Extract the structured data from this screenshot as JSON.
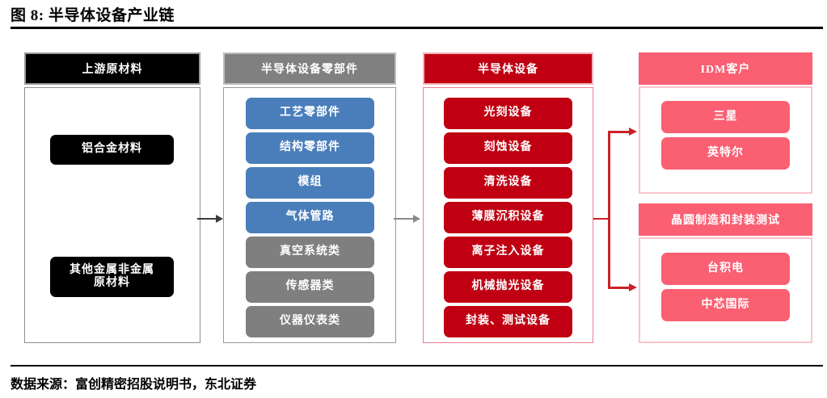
{
  "figure": {
    "title": "图 8: 半导体设备产业链",
    "source": "数据来源：富创精密招股说明书，东北证券"
  },
  "colors": {
    "black": "#000000",
    "gray": "#7F7F7F",
    "gray_header": "#808080",
    "blue": "#4A7EBB",
    "red": "#C00012",
    "pink": "#FA5F72",
    "white": "#FFFFFF"
  },
  "columns": [
    {
      "id": "upstream",
      "header": "上游原材料",
      "header_color": "#000000",
      "items": [
        {
          "label": "铝合金材料",
          "color": "#000000"
        },
        {
          "label": "其他金属非金属\n原材料",
          "color": "#000000"
        }
      ]
    },
    {
      "id": "components",
      "header": "半导体设备零部件",
      "header_color": "#808080",
      "items": [
        {
          "label": "工艺零部件",
          "color": "#4A7EBB"
        },
        {
          "label": "结构零部件",
          "color": "#4A7EBB"
        },
        {
          "label": "模组",
          "color": "#4A7EBB"
        },
        {
          "label": "气体管路",
          "color": "#4A7EBB"
        },
        {
          "label": "真空系统类",
          "color": "#7F7F7F"
        },
        {
          "label": "传感器类",
          "color": "#7F7F7F"
        },
        {
          "label": "仪器仪表类",
          "color": "#7F7F7F"
        }
      ]
    },
    {
      "id": "equipment",
      "header": "半导体设备",
      "header_color": "#C00012",
      "items": [
        {
          "label": "光刻设备",
          "color": "#C00012"
        },
        {
          "label": "刻蚀设备",
          "color": "#C00012"
        },
        {
          "label": "清洗设备",
          "color": "#C00012"
        },
        {
          "label": "薄膜沉积设备",
          "color": "#C00012"
        },
        {
          "label": "离子注入设备",
          "color": "#C00012"
        },
        {
          "label": "机械抛光设备",
          "color": "#C00012"
        },
        {
          "label": "封装、测试设备",
          "color": "#C00012"
        }
      ]
    },
    {
      "id": "customers",
      "groups": [
        {
          "header": "IDM客户",
          "header_color": "#FA5F72",
          "items": [
            {
              "label": "三星",
              "color": "#FA5F72"
            },
            {
              "label": "英特尔",
              "color": "#FA5F72"
            }
          ]
        },
        {
          "header": "晶圆制造和封装测试",
          "header_color": "#FA5F72",
          "items": [
            {
              "label": "台积电",
              "color": "#FA5F72"
            },
            {
              "label": "中芯国际",
              "color": "#FA5F72"
            }
          ]
        }
      ]
    }
  ],
  "connectors": [
    {
      "id": "upstream-to-components",
      "color": "#3b3b3b",
      "direction": "right"
    },
    {
      "id": "components-to-equipment",
      "color": "#8a8a8a",
      "direction": "right"
    },
    {
      "id": "equipment-to-idm",
      "color": "#CC2027",
      "direction": "right"
    },
    {
      "id": "equipment-to-foundry",
      "color": "#CC2027",
      "direction": "right"
    }
  ]
}
